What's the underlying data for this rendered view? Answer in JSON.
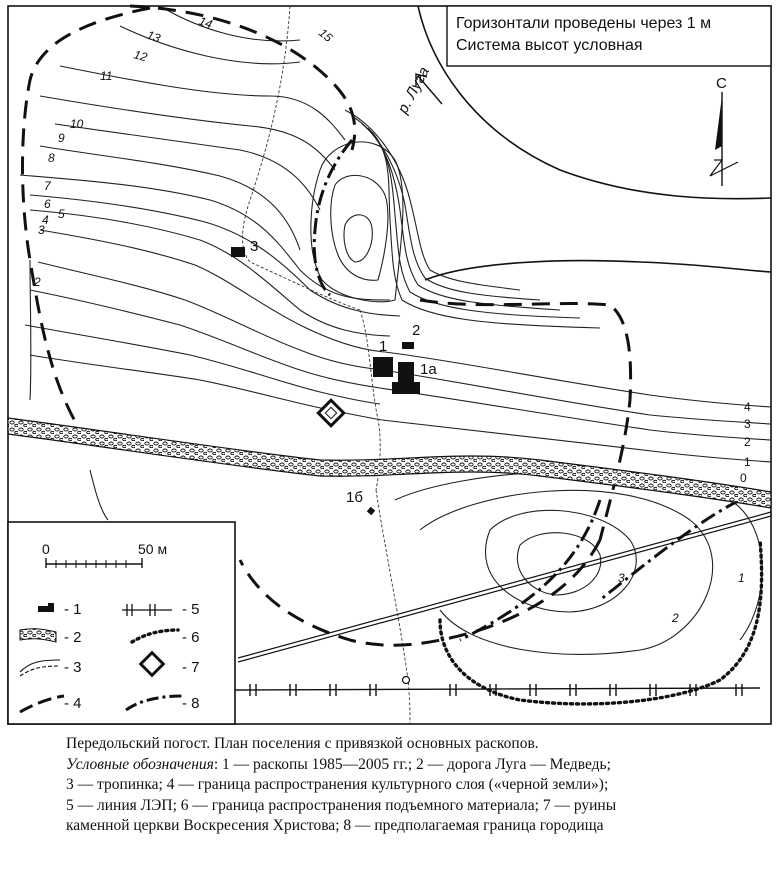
{
  "map": {
    "header_note": {
      "line1": "Горизонтали проведены через 1 м",
      "line2": "Система высот условная"
    },
    "river_label": "р. Луга",
    "north_label": "С",
    "elevation_labels": {
      "e15": "15",
      "e14": "14",
      "e13": "13",
      "e12": "12",
      "e11": "11",
      "e10": "10",
      "e9": "9",
      "e8": "8",
      "e7": "7",
      "e6": "6",
      "e5": "5",
      "e4": "4",
      "e3": "3",
      "e2": "2",
      "right4": "4",
      "right3": "3",
      "right2": "2",
      "right1": "1",
      "right0": "0",
      "hill3": "3",
      "hill2": "2",
      "hill1": "1"
    },
    "site_labels": {
      "s1": "1",
      "s1a": "1а",
      "s1b": "1б",
      "s2": "2",
      "s3": "3"
    },
    "scale": {
      "zero": "0",
      "fifty": "50 м"
    },
    "legend": [
      {
        "key": "1",
        "text": "- 1"
      },
      {
        "key": "2",
        "text": "- 2"
      },
      {
        "key": "3",
        "text": "- 3"
      },
      {
        "key": "4",
        "text": "- 4"
      },
      {
        "key": "5",
        "text": "- 5"
      },
      {
        "key": "6",
        "text": "- 6"
      },
      {
        "key": "7",
        "text": "- 7"
      },
      {
        "key": "8",
        "text": "- 8"
      }
    ]
  },
  "caption": {
    "title": "Передольский погост. План поселения с привязкой основных раскопов.",
    "legend_lead": "Условные обозначения",
    "legend_line1_rest": ": 1 — раскопы 1985—2005 гг.; 2 — дорога Луга — Медведь;",
    "legend_line2": "3 — тропинка; 4 — граница распространения культурного слоя («черной земли»);",
    "legend_line3": "5 — линия ЛЭП; 6 — граница распространения подъемного материала; 7 — руины",
    "legend_line4": "каменной церкви Воскресения Христова; 8 — предполагаемая граница городища"
  }
}
